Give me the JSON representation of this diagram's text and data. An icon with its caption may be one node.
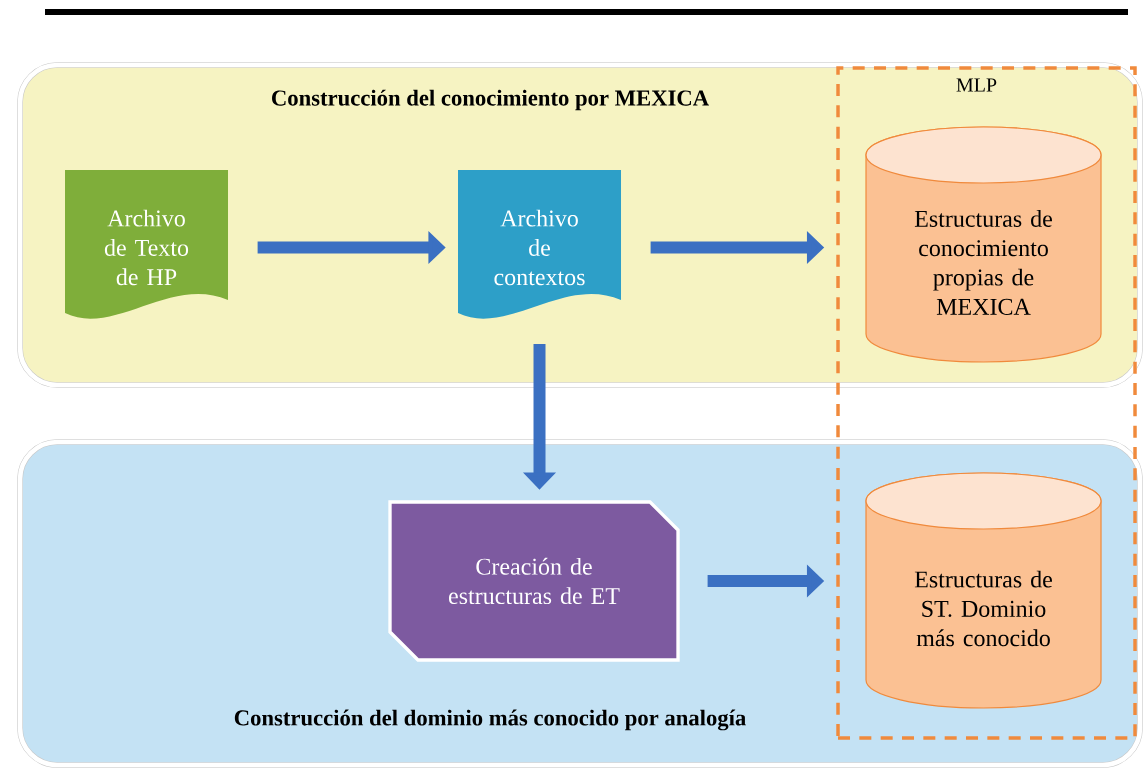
{
  "diagram": {
    "nodes": [
      {
        "text": [
          "Construcción del conocimiento por MEXICA"
        ]
      },
      {
        "text": [
          "Archivo de Texto de HP"
        ],
        "in": 0
      },
      {
        "text": [
          "Archivo de contextos"
        ],
        "in": 0
      },
      {
        "text": [
          "MLP"
        ]
      },
      {
        "text": [
          "Estructuras de conocimiento propias de MEXICA"
        ]
      },
      {
        "text": [
          "Construcción del dominio más conocido por analogía"
        ]
      },
      {
        "text": [
          "Creación de estructuras de ET"
        ],
        "in": 5
      },
      {
        "text": [
          "Estructuras de ST. Dominio más conocido"
        ]
      }
    ],
    "edges": [
      {
        "from": 1,
        "to": 2,
        "arrow": "to"
      },
      {
        "from": 2,
        "to": 3,
        "arrow": "to"
      },
      {
        "from": 2,
        "to": 6,
        "arrow": "to"
      },
      {
        "from": 6,
        "to": 3,
        "arrow": "to"
      }
    ]
  }
}
